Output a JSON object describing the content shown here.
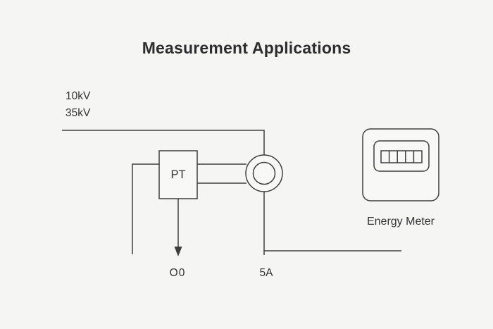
{
  "title": "Measurement Applications",
  "colors": {
    "background": "#f5f5f3",
    "surface": "#f8f8f7",
    "line": "#3e3e3e",
    "text": "#343434",
    "title": "#2d2d2d"
  },
  "labels": {
    "voltage_line_1": "10kV",
    "voltage_line_2": "35kV",
    "pt": "PT",
    "pt_output": "O0",
    "ct_output": "5A",
    "meter": "Energy Meter"
  }
}
